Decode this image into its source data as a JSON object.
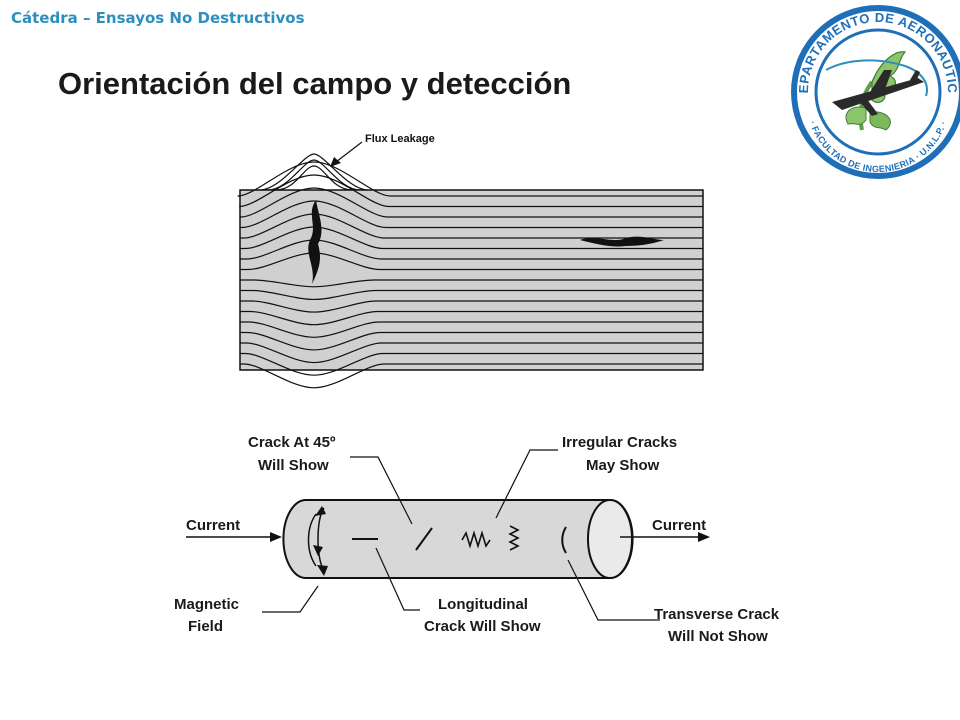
{
  "header": {
    "course": "Cátedra – Ensayos No Destructivos"
  },
  "slide": {
    "title": "Orientación del campo y detección"
  },
  "logo": {
    "top_text": "DEPARTAMENTO DE AERONAUTICA",
    "bottom_text": "· FACULTAD DE INGENIERIA · U.N.L.P. ·",
    "colors": {
      "ring": "#1f6fb8",
      "accent": "#2e8fbf"
    }
  },
  "flux_diagram": {
    "label": "Flux Leakage"
  },
  "cylinder_diagram": {
    "current_in": "Current",
    "current_out": "Current",
    "crack45": [
      "Crack At 45º",
      "Will Show"
    ],
    "irregular": [
      "Irregular Cracks",
      "May Show"
    ],
    "magnetic": [
      "Magnetic",
      "Field"
    ],
    "longitudinal": [
      "Longitudinal",
      "Crack Will Show"
    ],
    "transverse": [
      "Transverse Crack",
      "Will Not Show"
    ]
  },
  "colors": {
    "header_text": "#2e8fbf",
    "title_text": "#1a1a1a",
    "bar_fill": "#d0d0d0"
  }
}
